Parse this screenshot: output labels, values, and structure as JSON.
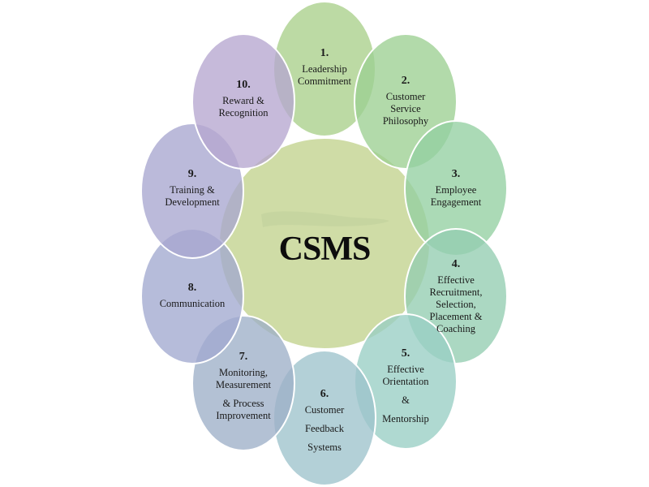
{
  "center": {
    "title": "CSMS",
    "color": "#cfdca6"
  },
  "items": [
    {
      "number": "1.",
      "lines": [
        "Leadership",
        "Commitment"
      ],
      "color": "#a9cf8a"
    },
    {
      "number": "2.",
      "lines": [
        "Customer",
        "Service",
        "Philosophy"
      ],
      "color": "#9ccf92"
    },
    {
      "number": "3.",
      "lines": [
        "Employee",
        "Engagement"
      ],
      "color": "#93cfa2"
    },
    {
      "number": "4.",
      "lines": [
        "Effective",
        "Recruitment,",
        "Selection,",
        "Placement &",
        "Coaching"
      ],
      "color": "#93cdb1"
    },
    {
      "number": "5.",
      "lines": [
        "Effective",
        "Orientation",
        "&",
        "Mentorship"
      ],
      "color": "#98cec4"
    },
    {
      "number": "6.",
      "lines": [
        "Customer",
        "Feedback",
        "Systems"
      ],
      "color": "#9dc3cc"
    },
    {
      "number": "7.",
      "lines": [
        "Monitoring,",
        "Measurement",
        "& Process",
        "Improvement"
      ],
      "color": "#9db0c8"
    },
    {
      "number": "8.",
      "lines": [
        "Communication"
      ],
      "color": "#a2a9cf"
    },
    {
      "number": "9.",
      "lines": [
        "Training &",
        "Development"
      ],
      "color": "#a8a6d0"
    },
    {
      "number": "10.",
      "lines": [
        "Reward &",
        "Recognition"
      ],
      "color": "#b6a6d0"
    }
  ]
}
